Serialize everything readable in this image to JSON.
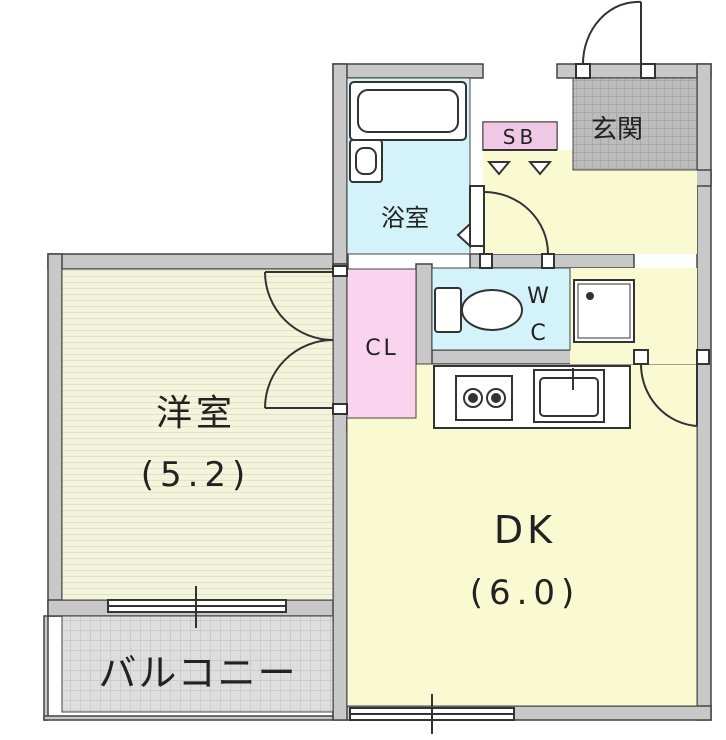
{
  "rooms": {
    "western": {
      "name": "洋室",
      "size": "(5.2)"
    },
    "dk": {
      "name": "DK",
      "size": "(6.0)"
    },
    "bath": {
      "name": "浴室"
    },
    "entrance": {
      "name": "玄関"
    },
    "closet": {
      "name": "CL"
    },
    "shoebox": {
      "name": "SB"
    },
    "wc": {
      "line1": "W",
      "line2": "C"
    },
    "balcony": {
      "name": "バルコニー"
    }
  },
  "colors": {
    "wall": "#c8c8c8",
    "wall_stroke": "#444444",
    "western_floor": "#f4f4dc",
    "dk_floor": "#fafad2",
    "bath_floor": "#d4f2fa",
    "wc_floor": "#d4f2fa",
    "closet_floor": "#fad4ee",
    "shoebox_floor": "#f0c8e6",
    "entrance_floor": "#bcbcbc",
    "balcony_floor": "#dcdcdc"
  }
}
